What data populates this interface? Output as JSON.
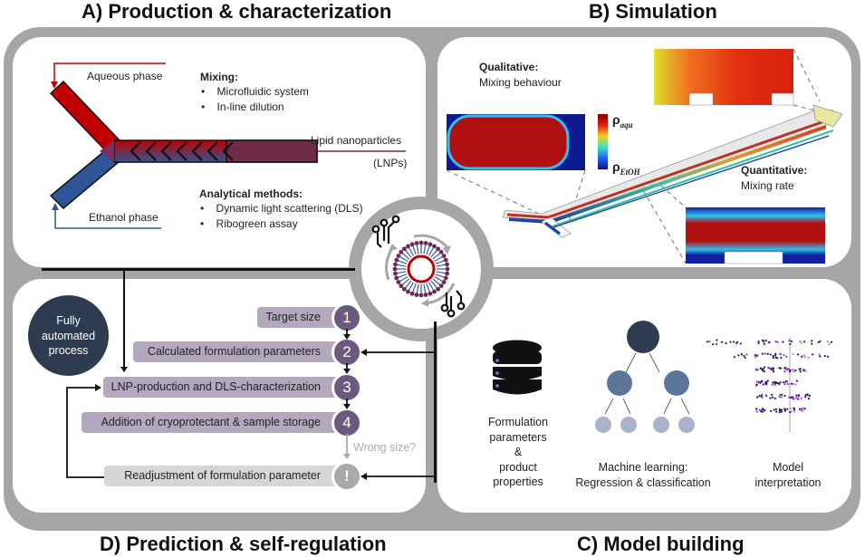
{
  "sections": {
    "a_title": "A) Production & characterization",
    "b_title": "B) Simulation",
    "c_title": "C) Model building",
    "d_title": "D) Prediction & self-regulation"
  },
  "production": {
    "aqueous_label": "Aqueous phase",
    "ethanol_label": "Ethanol phase",
    "output_label": "Lipid nanoparticles",
    "output_abbr": "(LNPs)",
    "mixing_heading": "Mixing:",
    "mixing_items": [
      "Microfluidic system",
      "In-line dilution"
    ],
    "analytical_heading": "Analytical methods:",
    "analytical_items": [
      "Dynamic light scattering (DLS)",
      "Ribogreen assay"
    ],
    "colors": {
      "aqueous": "#c00000",
      "ethanol": "#2e5597",
      "mixed": "#6e2c48"
    }
  },
  "simulation": {
    "qualitative_heading": "Qualitative:",
    "qualitative_text": "Mixing behaviour",
    "quantitative_heading": "Quantitative:",
    "quantitative_text": "Mixing rate",
    "colorbar_top": "ρ",
    "colorbar_top_sub": "aqu",
    "colorbar_bottom": "ρ",
    "colorbar_bottom_sub": "EtOH"
  },
  "prediction": {
    "badge_text": [
      "Fully",
      "automated",
      "process"
    ],
    "steps": [
      {
        "num": "1",
        "label": "Target size"
      },
      {
        "num": "2",
        "label": "Calculated formulation parameters"
      },
      {
        "num": "3",
        "label": "LNP-production and DLS-characterization"
      },
      {
        "num": "4",
        "label": "Addition of cryoprotectant & sample storage"
      },
      {
        "num": "!",
        "label": "Readjustment of formulation parameter"
      }
    ],
    "decision_label": "Wrong size?"
  },
  "model_building": {
    "database_caption": [
      "Formulation",
      "parameters",
      "&",
      "product",
      "properties"
    ],
    "ml_caption": [
      "Machine learning:",
      "Regression & classification"
    ],
    "interp_caption": [
      "Model",
      "interpretation"
    ]
  }
}
